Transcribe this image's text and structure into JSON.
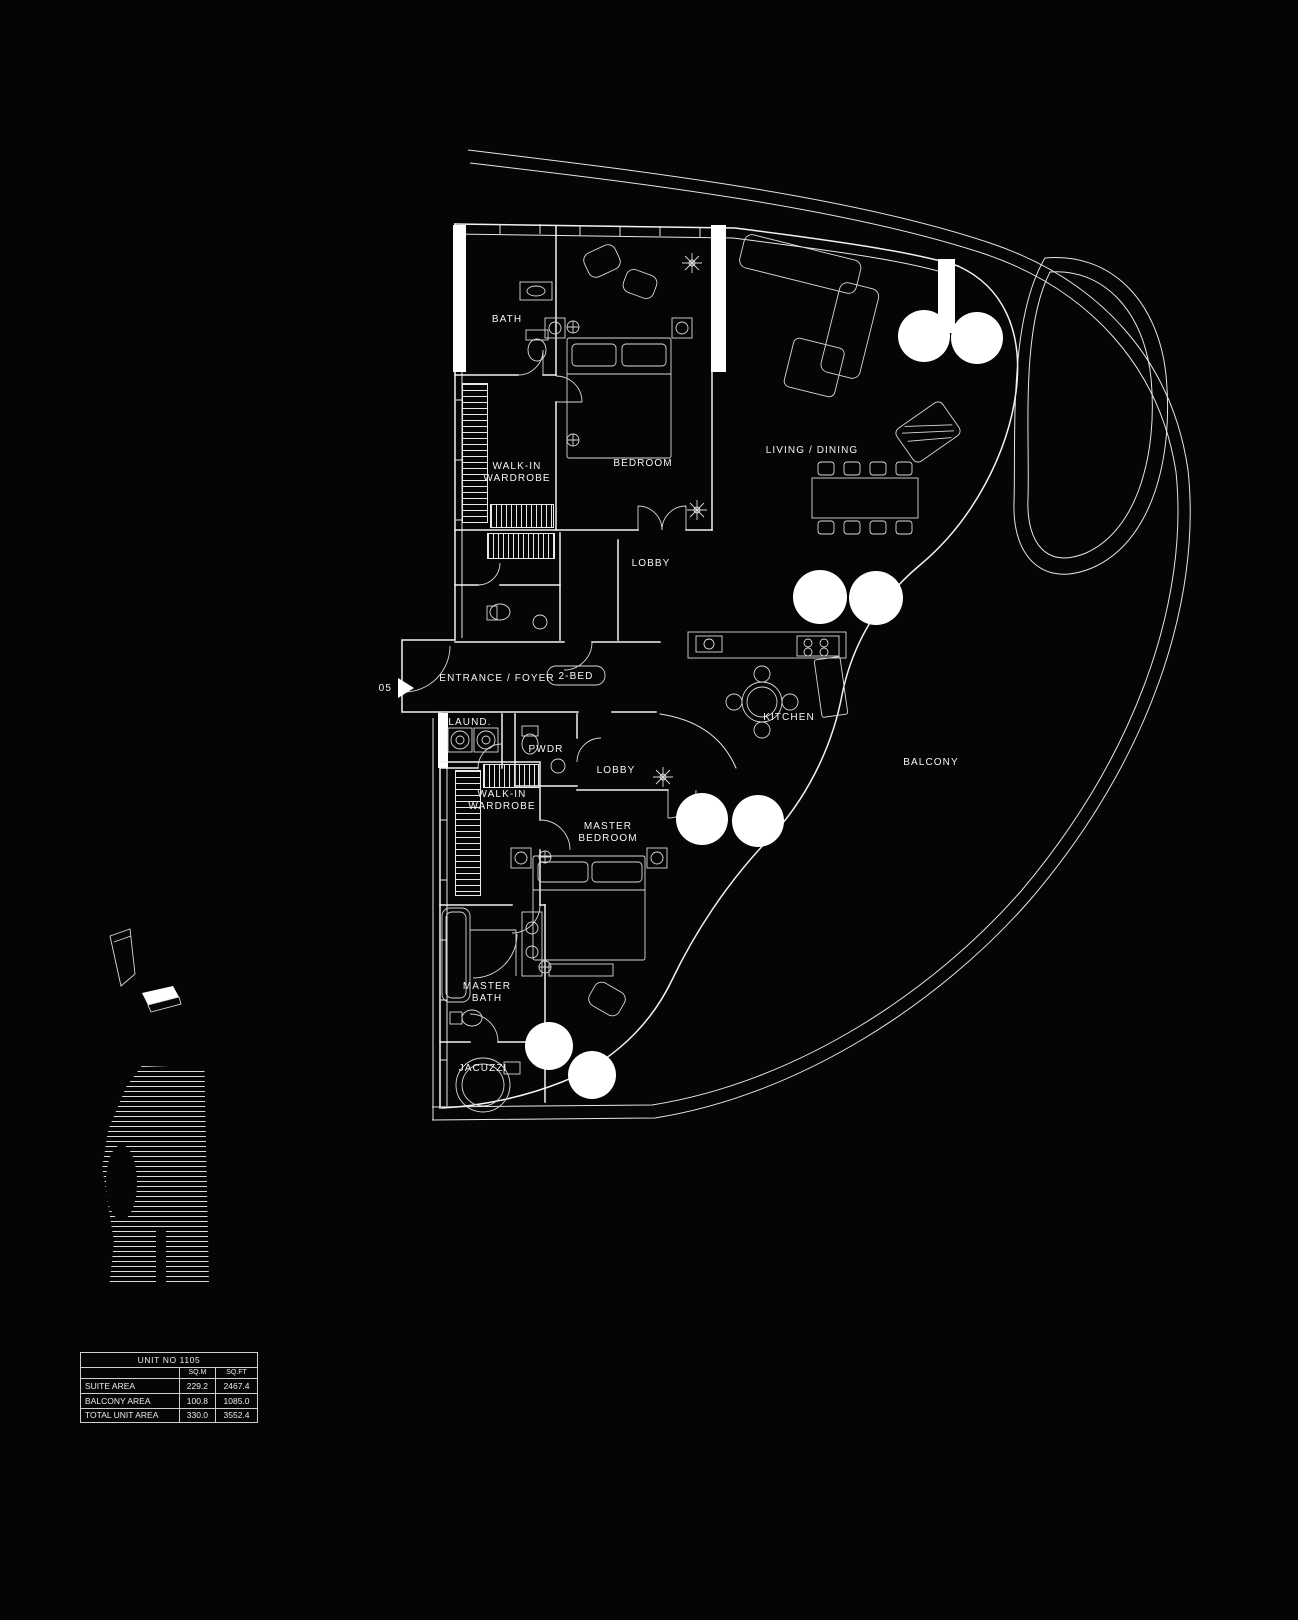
{
  "labels": {
    "bath": "BATH",
    "walk_in": "WALK-IN",
    "wardrobe": "WARDROBE",
    "bedroom": "BEDROOM",
    "living_dining": "LIVING / DINING",
    "lobby": "LOBBY",
    "entrance_foyer": "ENTRANCE / FOYER",
    "bed_type": "2-BED",
    "unit_marker": "05",
    "laundry": "LAUND.",
    "powder": "PWDR",
    "kitchen": "KITCHEN",
    "balcony": "BALCONY",
    "master": "MASTER",
    "jacuzzi": "JACUZZI"
  },
  "area_table": {
    "unit_no": "UNIT NO 1105",
    "col_sqm": "SQ.M",
    "col_sqft": "SQ.FT",
    "rows": [
      {
        "label": "SUITE AREA",
        "sqm": "229.2",
        "sqft": "2467.4"
      },
      {
        "label": "BALCONY AREA",
        "sqm": "100.8",
        "sqft": "1085.0"
      },
      {
        "label": "TOTAL UNIT AREA",
        "sqm": "330.0",
        "sqft": "3552.4"
      }
    ]
  },
  "colors": {
    "background": "#050505",
    "line": "#ffffff"
  }
}
